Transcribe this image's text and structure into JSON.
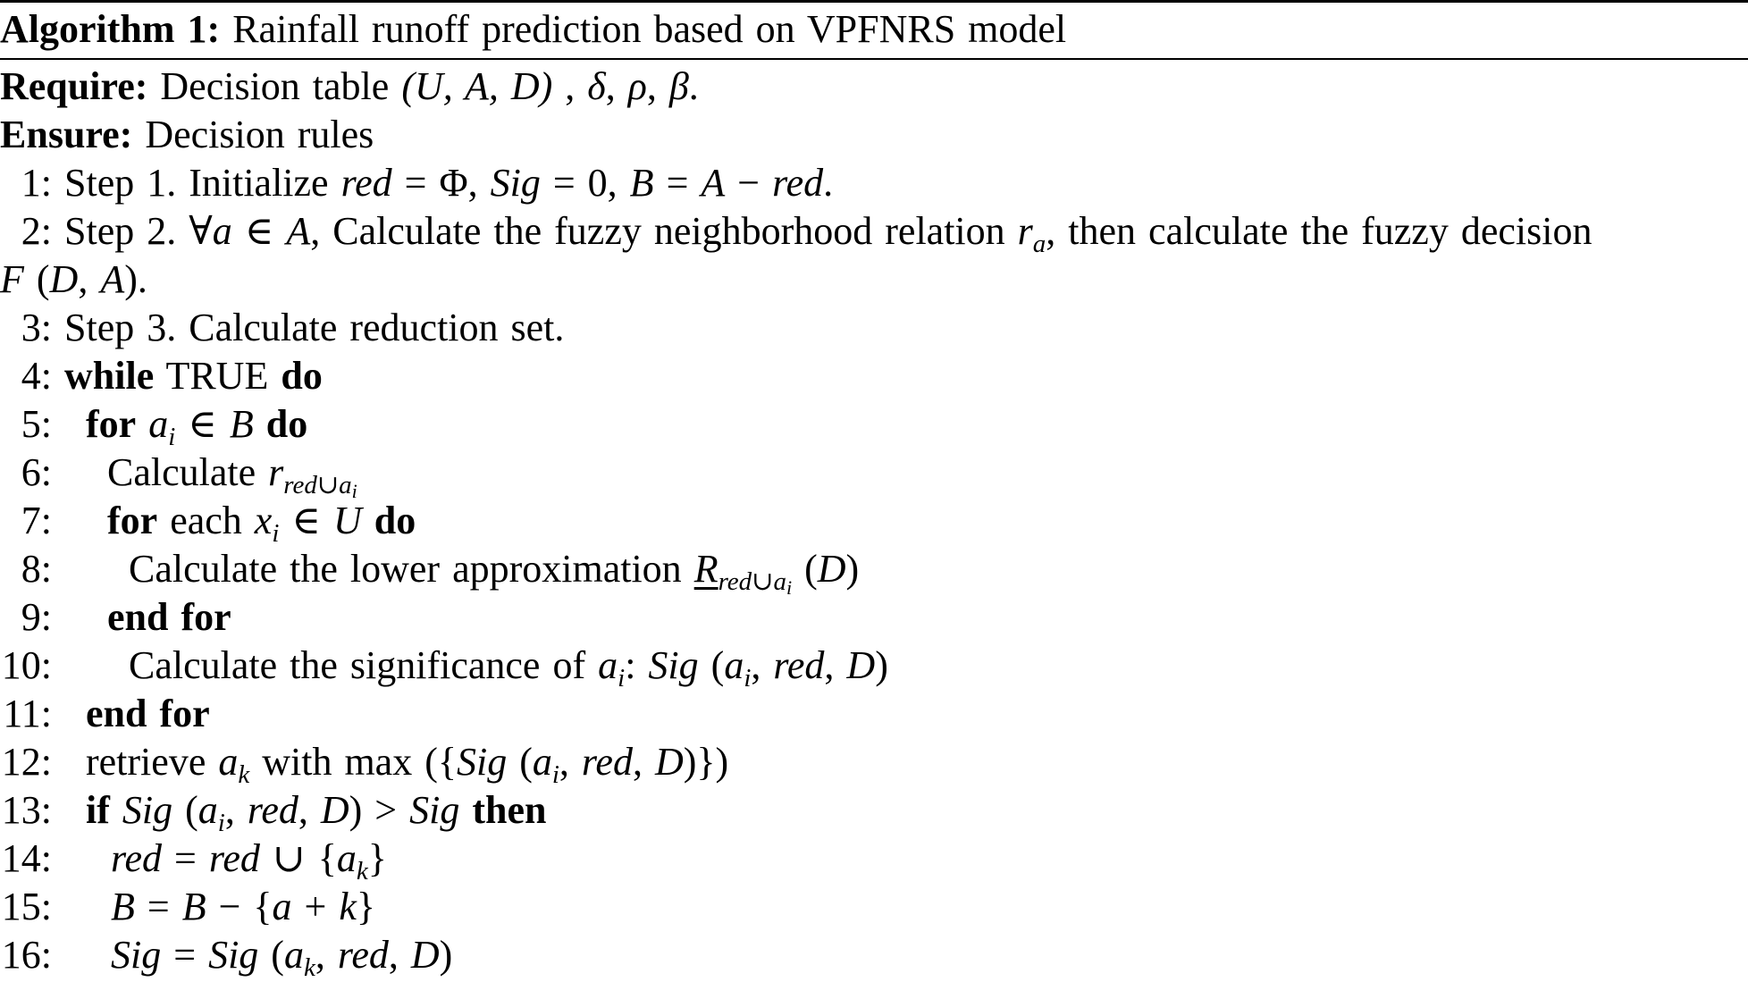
{
  "algorithm": {
    "label": "Algorithm 1:",
    "title": "Rainfall runoff prediction based on VPFNRS model",
    "require_label": "Require:",
    "require_text": "Decision table (U, A, D) , δ, ρ, β.",
    "ensure_label": "Ensure:",
    "ensure_text": "Decision rules",
    "lines": [
      {
        "n": "1:",
        "text": "Step 1. Initialize red = Φ, Sig = 0, B = A − red."
      },
      {
        "n": "2:",
        "text": "Step 2. ∀a ∈ A, Calculate the fuzzy neighborhood relation r_a, then calculate the fuzzy decision",
        "cont": "F (D, A)."
      },
      {
        "n": "3:",
        "text": "Step 3. Calculate reduction set."
      },
      {
        "n": "4:",
        "kw1": "while",
        "text": "TRUE",
        "kw2": "do"
      },
      {
        "n": "5:",
        "kw1": "for",
        "text": "a_i ∈ B",
        "kw2": "do"
      },
      {
        "n": "6:",
        "text": "Calculate r_{red∪a_i}"
      },
      {
        "n": "7:",
        "kw1": "for",
        "text": "each x_i ∈ U",
        "kw2": "do"
      },
      {
        "n": "8:",
        "text": "Calculate the lower approximation R_{red∪a_i} (D)"
      },
      {
        "n": "9:",
        "kw1": "end for"
      },
      {
        "n": "10:",
        "text": "Calculate the significance of a_i: Sig (a_i, red, D)"
      },
      {
        "n": "11:",
        "kw1": "end for"
      },
      {
        "n": "12:",
        "text": "retrieve a_k with max ({Sig (a_i, red, D)})"
      },
      {
        "n": "13:",
        "kw1": "if",
        "text": "Sig (a_i, red, D) > Sig",
        "kw2": "then"
      },
      {
        "n": "14:",
        "text": "red = red ∪ {a_k}"
      },
      {
        "n": "15:",
        "text": "B = B − {a + k}"
      },
      {
        "n": "16:",
        "text": "Sig = Sig (a_k, red, D)"
      }
    ]
  }
}
